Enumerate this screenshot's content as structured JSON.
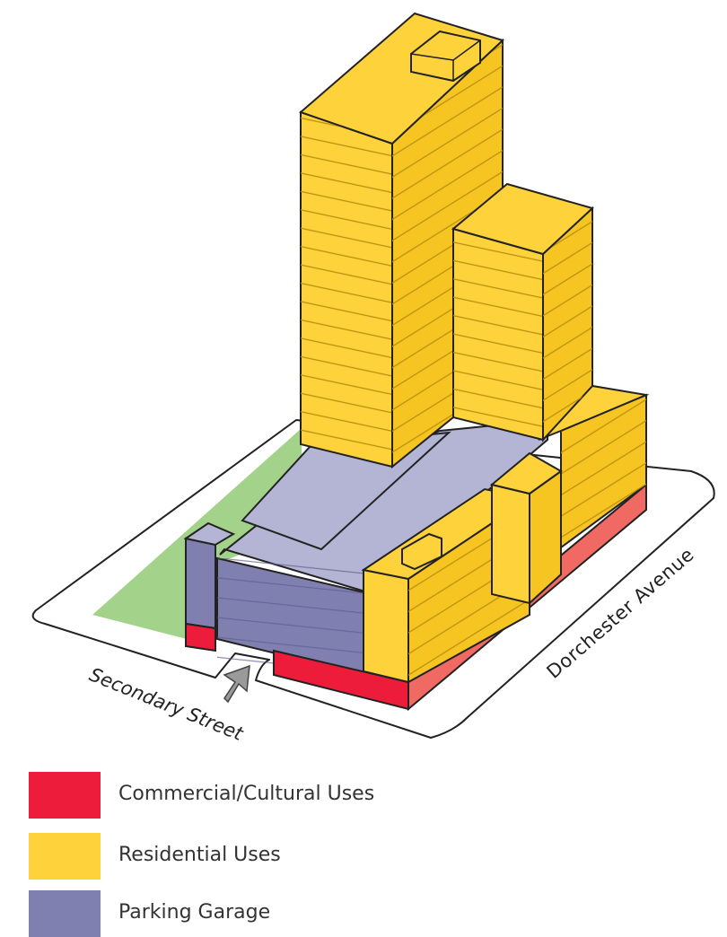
{
  "streets": {
    "secondary": "Secondary Street",
    "dorchester": "Dorchester Avenue"
  },
  "colors": {
    "commercial": "#ec1c3a",
    "commercial_shade": "#f06a63",
    "residential": "#fdd23a",
    "residential_shade": "#f7c522",
    "parking": "#8080b0",
    "parking_light": "#b4b5d4",
    "open_space": "#a3d28a",
    "arrow": "#9a9a9a"
  },
  "legend": [
    {
      "label": "Commercial/Cultural Uses",
      "color": "#ec1c3a"
    },
    {
      "label": "Residential Uses",
      "color": "#fdd23a"
    },
    {
      "label": "Parking Garage",
      "color": "#8080b0"
    }
  ]
}
